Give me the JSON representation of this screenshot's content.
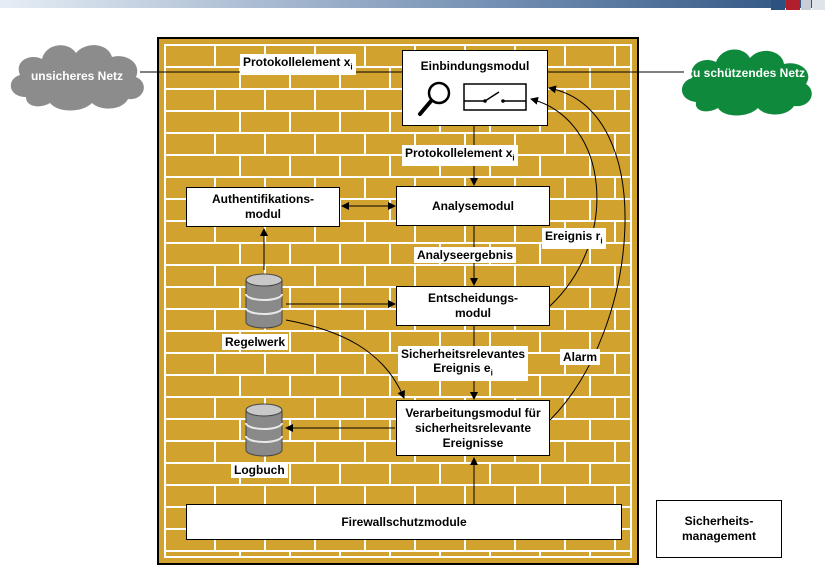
{
  "colors": {
    "wall": "#d2a22e",
    "mortar": "#ffffff",
    "cloud_unsafe": "#8c8c8c",
    "cloud_safe": "#0f8a3c"
  },
  "clouds": {
    "unsafe": "unsicheres Netz",
    "safe": "zu schützendes Netz"
  },
  "modules": {
    "integration": "Einbindungsmodul",
    "authentication": "Authentifikations-\nmodul",
    "analysis": "Analysemodul",
    "decision": "Entscheidungs-\nmodul",
    "processing": "Verarbeitungsmodul für\nsicherheitsrelevante\nEreignisse",
    "firewall": "Firewallschutzmodule",
    "security_mgmt": "Sicherheits-\nmanagement"
  },
  "databases": {
    "rules": "Regelwerk",
    "log": "Logbuch"
  },
  "icons": [
    "magnifier-icon",
    "switch-icon",
    "database-icon"
  ],
  "labels": {
    "protocol_top": {
      "text": "Protokollelement x",
      "sub": "i"
    },
    "protocol_mid": {
      "text": "Protokollelement x",
      "sub": "i"
    },
    "event_r": {
      "text": "Ereignis r",
      "sub": "i"
    },
    "analysis_result": "Analyseergebnis",
    "security_event_line1": "Sicherheitsrelevantes",
    "security_event_line2": {
      "text": "Ereignis e",
      "sub": "i"
    },
    "alarm": "Alarm"
  }
}
